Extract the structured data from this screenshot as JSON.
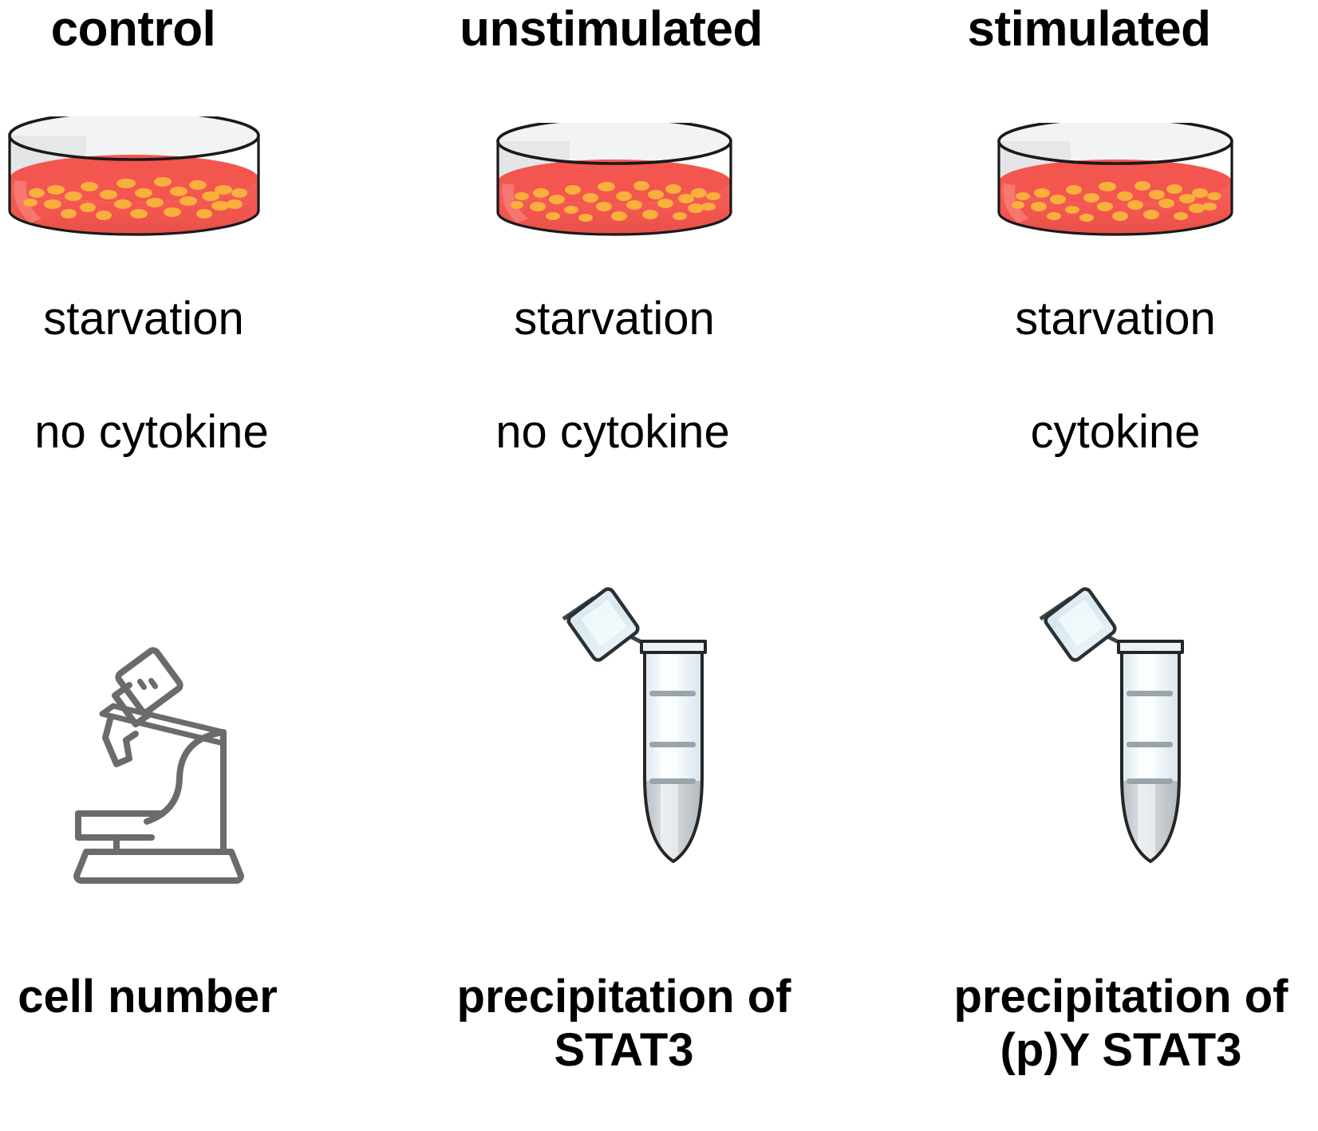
{
  "figure": {
    "type": "experiment-workflow-schematic",
    "background": "#ffffff",
    "columns": 3,
    "rows": [
      "condition-header",
      "culture-dish",
      "treatment-line-1",
      "treatment-line-2",
      "readout-icon",
      "readout-label"
    ]
  },
  "colors": {
    "medium_red": "#F3564F",
    "medium_red_light": "#F4655E",
    "medium_red_dark": "#E0443D",
    "cell_orange": "#F9B03C",
    "dish_glass": "#E4E5E6",
    "dish_outline": "#1A1A1A",
    "icon_grey": "#6B6B6B",
    "tube_body": "#E9F1F6",
    "tube_highlight": "#FAFDFE",
    "tube_precipitate": "#C3C8CC",
    "tube_outline": "#262626",
    "tube_lid": "#DCE9F1",
    "text_black": "#000000"
  },
  "columns": [
    {
      "id": "control",
      "header": "control",
      "treatment": [
        "starvation",
        "no cytokine"
      ],
      "dish": {
        "label": "petri-dish-with-cells",
        "cell_count": 26
      },
      "readout_icon": "microscope-icon",
      "readout_label_lines": [
        "cell number"
      ]
    },
    {
      "id": "unstimulated",
      "header": "unstimulated",
      "treatment": [
        "starvation",
        "no cytokine"
      ],
      "dish": {
        "label": "petri-dish-with-cells",
        "cell_count": 26
      },
      "readout_icon": "microcentrifuge-tube-icon",
      "readout_label_lines": [
        "precipitation of",
        "STAT3"
      ]
    },
    {
      "id": "stimulated",
      "header": "stimulated",
      "treatment": [
        "starvation",
        "cytokine"
      ],
      "dish": {
        "label": "petri-dish-with-cells",
        "cell_count": 26
      },
      "readout_icon": "microcentrifuge-tube-icon",
      "readout_label_lines": [
        "precipitation of",
        "(p)Y STAT3"
      ]
    }
  ]
}
